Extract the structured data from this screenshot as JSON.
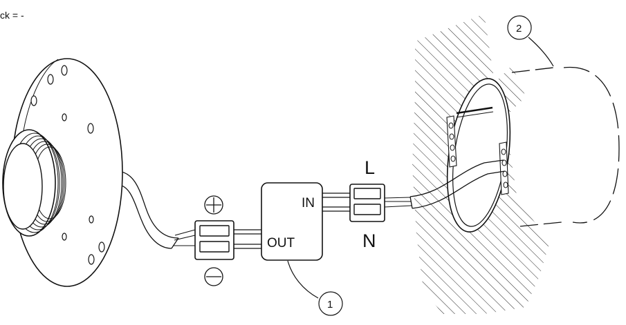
{
  "diagram": {
    "top_note": "ck = -",
    "labels": {
      "line": "L",
      "neutral": "N",
      "input": "IN",
      "output": "OUT",
      "positive": "⊕",
      "negative": "⊖"
    },
    "callouts": [
      {
        "id": "1",
        "text": "1"
      },
      {
        "id": "2",
        "text": "2"
      }
    ]
  }
}
